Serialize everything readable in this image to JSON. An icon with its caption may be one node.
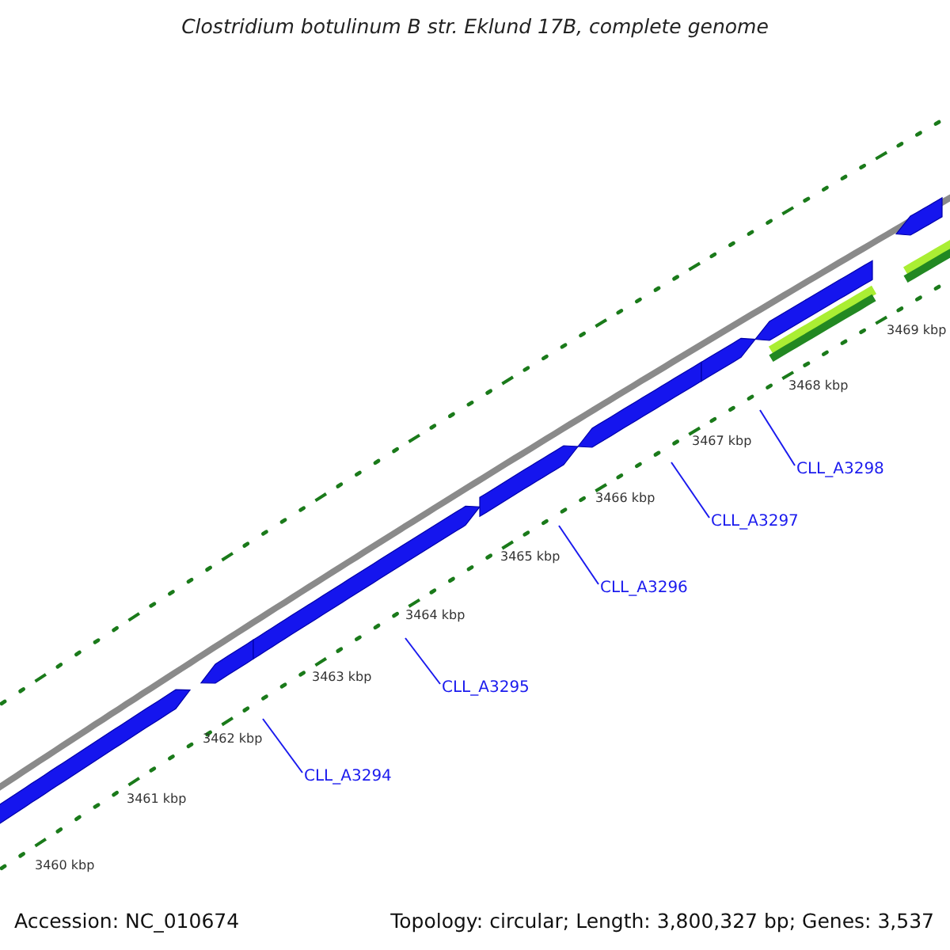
{
  "diagram": {
    "title": "Clostridium botulinum B str. Eklund 17B, complete genome",
    "nodes": [
      {
        "text": [
          "CLL_A3294"
        ]
      },
      {
        "text": [
          "CLL_A3295"
        ]
      },
      {
        "text": [
          "CLL_A3296"
        ]
      },
      {
        "text": [
          "CLL_A3297"
        ]
      },
      {
        "text": [
          "CLL_A3298"
        ]
      }
    ],
    "edges": [
      {
        "from": 0,
        "to": null,
        "arrow": "none"
      },
      {
        "from": 1,
        "to": null,
        "arrow": "none"
      },
      {
        "from": 2,
        "to": null,
        "arrow": "none"
      },
      {
        "from": 3,
        "to": null,
        "arrow": "none"
      },
      {
        "from": 4,
        "to": null,
        "arrow": "none"
      }
    ],
    "labels": [
      "3469 kbp",
      "3468 kbp",
      "3467 kbp",
      "3466 kbp",
      "3465 kbp",
      "3464 kbp",
      "3463 kbp",
      "3462 kbp",
      "3461 kbp",
      "3460 kbp",
      "Accession: NC_010674",
      "Topology: circular; Length: 3,800,327 bp; Genes: 3,537"
    ]
  }
}
